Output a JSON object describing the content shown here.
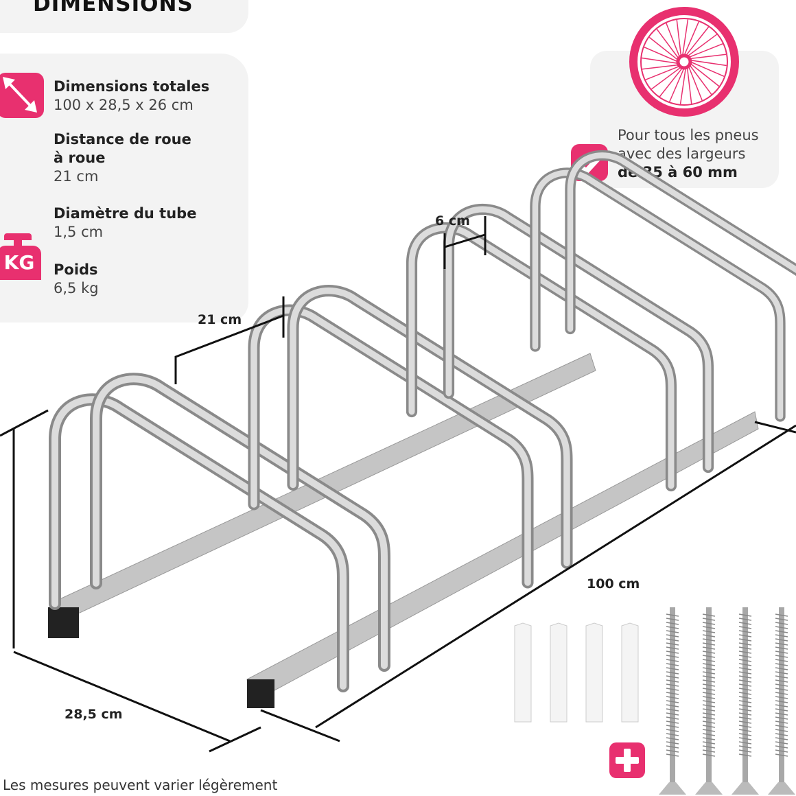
{
  "title": "DIMENSIONS",
  "specs": [
    {
      "label": "Dimensions totales",
      "value": "100 x 28,5 x 26 cm",
      "icon": "diagonal-arrow-icon"
    },
    {
      "label": "Distance de roue",
      "label2": "à roue",
      "value": "21 cm"
    },
    {
      "label": "Diamètre du tube",
      "value": "1,5 cm"
    },
    {
      "label": "Poids",
      "value": "6,5 kg",
      "icon": "weight-kg-icon",
      "icon_text": "KG"
    }
  ],
  "tire_note": {
    "line1": "Pour tous les pneus",
    "line2": "avec des largeurs",
    "line3": "de 35 à 60 mm",
    "icon": "bicycle-wheel-icon",
    "check_icon": "checkmark-icon"
  },
  "dimension_labels": {
    "tube_gap": "6 cm",
    "wheel_gap": "21 cm",
    "length": "100 cm",
    "depth": "28,5 cm"
  },
  "footnote": "Les mesures peuvent varier légèrement",
  "colors": {
    "accent": "#e8306f",
    "panel": "#f3f3f3"
  }
}
